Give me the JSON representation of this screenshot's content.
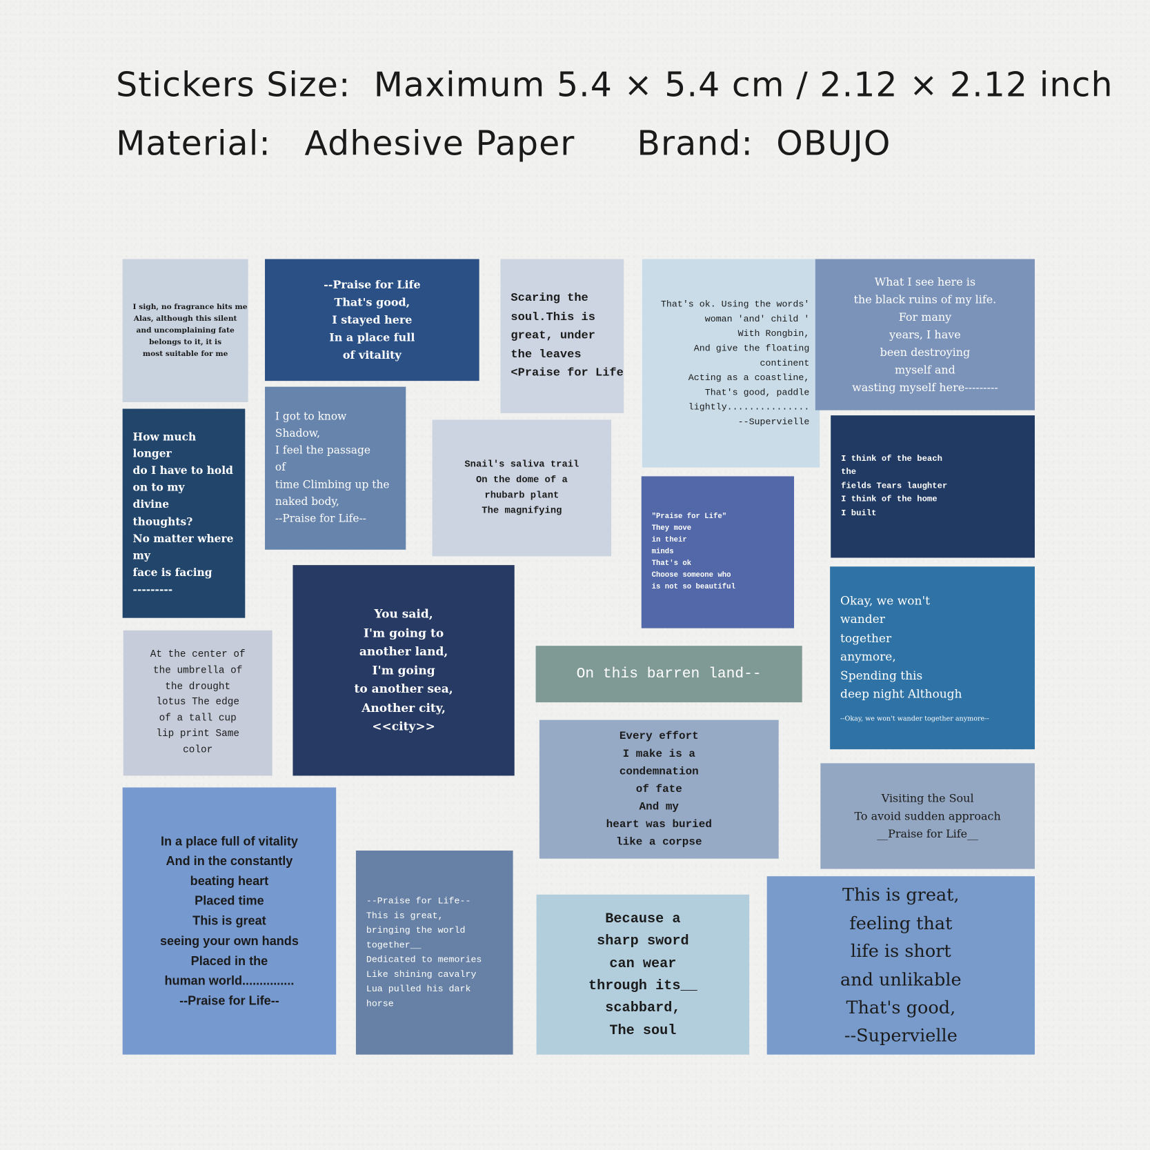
{
  "header": {
    "size_label": "Stickers Size:",
    "size_value": "Maximum 5.4 × 5.4 cm / 2.12 × 2.12 inch",
    "material_label": "Material:",
    "material_value": "Adhesive Paper",
    "brand_label": "Brand:",
    "brand_value": "OBUJO"
  },
  "stickers": [
    {
      "bg": "#c9d2df",
      "fg": "#1b1b1b",
      "lines": [
        "I sigh, no fragrance hits me!",
        "Alas, although this silent",
        "and uncomplaining fate",
        "belongs to it, it is",
        "most suitable for me"
      ]
    },
    {
      "bg": "#2b5085",
      "fg": "#ffffff",
      "lines": [
        "--Praise for Life",
        "That's good,",
        "I stayed here",
        "In a place full",
        "of vitality"
      ]
    },
    {
      "bg": "#cdd5e2",
      "fg": "#1b1b1b",
      "lines": [
        "Scaring the",
        "soul.This is",
        "great, under",
        "the leaves",
        "<Praise for Life>"
      ]
    },
    {
      "bg": "#c9dce8",
      "fg": "#1b1b1b",
      "lines": [
        "That's ok. Using the words'",
        "woman 'and' child '",
        "With Rongbin,",
        "And give the floating",
        "continent",
        "Acting as a coastline,",
        "That's good, paddle",
        "lightly...............",
        "--Supervielle"
      ]
    },
    {
      "bg": "#7b93b9",
      "fg": "#ffffff",
      "lines": [
        "What I see here is",
        "the black ruins of my life.",
        "For many",
        "years, I have",
        "been destroying",
        "myself and",
        "wasting myself here---------"
      ]
    },
    {
      "bg": "#22456c",
      "fg": "#ffffff",
      "lines": [
        "How much",
        "longer",
        "do I have to hold",
        "on to my",
        "divine",
        "thoughts?",
        "No matter where",
        "my",
        "face is facing",
        "---------"
      ]
    },
    {
      "bg": "#6784ac",
      "fg": "#ffffff",
      "lines": [
        "I got to know",
        "Shadow,",
        "I feel the passage",
        "of",
        "time Climbing up the",
        "naked body,",
        "--Praise for Life--"
      ]
    },
    {
      "bg": "#ccd4e1",
      "fg": "#1b1b1b",
      "lines": [
        "Snail's saliva trail",
        "On the dome of a",
        "rhubarb plant",
        "The magnifying"
      ]
    },
    {
      "bg": "#213a63",
      "fg": "#ffffff",
      "lines": [
        "I think of the beach",
        "the",
        "fields Tears laughter",
        "I think of the home",
        "I built"
      ]
    },
    {
      "bg": "#5268a8",
      "fg": "#ffffff",
      "lines": [
        "\"Praise for Life\"",
        "They move",
        "in their",
        "minds",
        "That's ok",
        "Choose someone who",
        "is not so beautiful"
      ]
    },
    {
      "bg": "#263a63",
      "fg": "#ffffff",
      "lines": [
        "You said,",
        "I'm going to",
        "another land,",
        "I'm going",
        "to another sea,",
        "Another city,",
        "<<city>>"
      ]
    },
    {
      "bg": "#2f72a5",
      "fg": "#ffffff",
      "lines": [
        "Okay, we won't",
        "wander",
        "together",
        "anymore,",
        "Spending this",
        "deep night Although",
        "--Okay, we won't wander together anymore--"
      ]
    },
    {
      "bg": "#c6ccd9",
      "fg": "#1b1b1b",
      "lines": [
        "At the center of",
        "the umbrella of",
        "the drought",
        "lotus The edge",
        "of a tall cup",
        "lip print Same",
        "color"
      ]
    },
    {
      "bg": "#7f9a95",
      "fg": "#ffffff",
      "lines": [
        "On this barren land--"
      ]
    },
    {
      "bg": "#96aac6",
      "fg": "#1b1b1b",
      "lines": [
        "Every effort",
        "I make is a",
        "condemnation",
        "of fate",
        "And my",
        "heart was buried",
        "like a corpse"
      ]
    },
    {
      "bg": "#94a7c2",
      "fg": "#1b1b1b",
      "lines": [
        "Visiting the Soul",
        "To avoid sudden approach",
        "__Praise for Life__"
      ]
    },
    {
      "bg": "#7699cf",
      "fg": "#1b1b1b",
      "lines": [
        "In a place full of vitality",
        "And in the constantly",
        "beating heart",
        "Placed time",
        "This is great",
        "seeing your own hands",
        "Placed in the",
        "human world...............",
        "--Praise for Life--"
      ]
    },
    {
      "bg": "#6681a5",
      "fg": "#ffffff",
      "lines": [
        "--Praise for Life--",
        "This is great,",
        "bringing the world",
        "together__",
        "Dedicated to memories",
        "Like shining cavalry",
        "Lua pulled his dark",
        "horse"
      ]
    },
    {
      "bg": "#b2cddc",
      "fg": "#1b1b1b",
      "lines": [
        "Because a",
        "sharp sword",
        "can wear",
        "through its__",
        "scabbard,",
        "The soul"
      ]
    },
    {
      "bg": "#789bcc",
      "fg": "#1b1b1b",
      "lines": [
        "This is great,",
        "feeling that",
        "life is short",
        "and unlikable",
        "That's good,",
        "--Supervielle"
      ]
    }
  ]
}
